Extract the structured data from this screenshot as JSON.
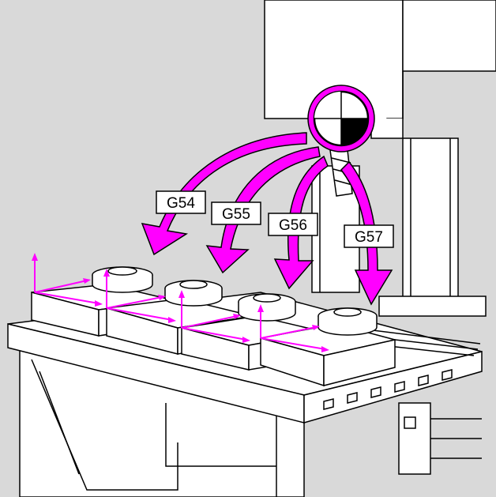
{
  "colors": {
    "background": "#d9d9d9",
    "machine": "#ffffff",
    "outline": "#000000",
    "accent": "#ff00ff"
  },
  "icons": [
    "spindle-reference-symbol",
    "milling-cutter",
    "coordinate-axes"
  ],
  "offsets": [
    {
      "label": "G54"
    },
    {
      "label": "G55"
    },
    {
      "label": "G56"
    },
    {
      "label": "G57"
    }
  ]
}
